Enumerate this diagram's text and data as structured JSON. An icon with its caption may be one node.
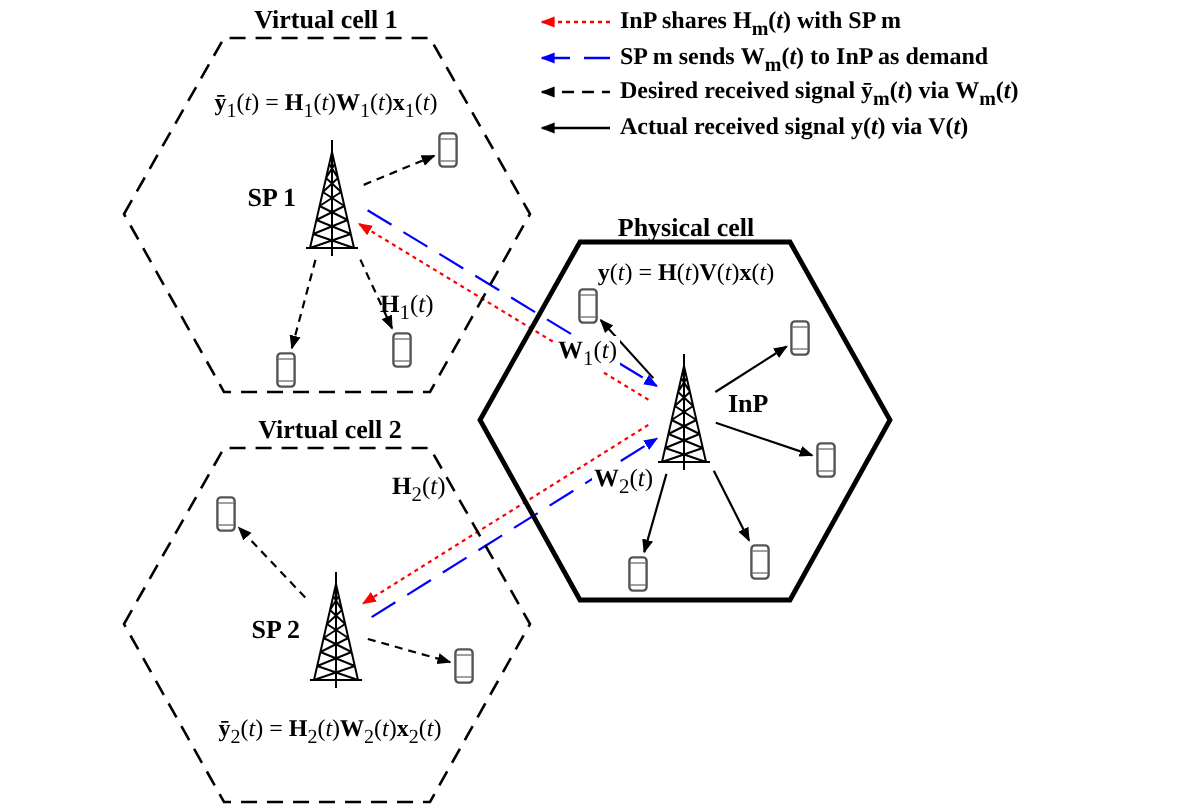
{
  "diagram": {
    "nodes": [
      {
        "text": [
          "Virtual cell 1",
          "**ȳ**$_{1}$(*t*) = **H**$_{1}$(*t*)**W**$_{1}$(*t*)**x**$_{1}$(*t*)"
        ]
      },
      {
        "text": [
          "SP 1"
        ],
        "in": 0
      },
      {
        "text": [],
        "shape": "phone",
        "in": 0
      },
      {
        "text": [],
        "shape": "phone",
        "in": 0
      },
      {
        "text": [],
        "shape": "phone",
        "in": 0
      },
      {
        "text": [
          "Virtual cell 2",
          "**ȳ**$_{2}$(*t*) = **H**$_{2}$(*t*)**W**$_{2}$(*t*)**x**$_{2}$(*t*)"
        ]
      },
      {
        "text": [
          "SP 2"
        ],
        "in": 5
      },
      {
        "text": [],
        "shape": "phone",
        "in": 5
      },
      {
        "text": [],
        "shape": "phone",
        "in": 5
      },
      {
        "text": [
          "Physical cell",
          "**y**(*t*) = **H**(*t*)**V**(*t*)**x**(*t*)"
        ]
      },
      {
        "text": [
          "InP"
        ],
        "in": 9
      },
      {
        "text": [],
        "shape": "phone",
        "in": 9
      },
      {
        "text": [],
        "shape": "phone",
        "in": 9
      },
      {
        "text": [],
        "shape": "phone",
        "in": 9
      },
      {
        "text": [],
        "shape": "phone",
        "in": 9
      },
      {
        "text": [],
        "shape": "phone",
        "in": 9
      }
    ],
    "edges": [
      {
        "from": 1,
        "to": 2,
        "arrow": "to",
        "style": "dashed"
      },
      {
        "from": 1,
        "to": 3,
        "arrow": "to",
        "style": "dashed"
      },
      {
        "from": 1,
        "to": 4,
        "arrow": "to",
        "style": "dashed"
      },
      {
        "from": 10,
        "to": 1,
        "arrow": "to",
        "style": "dashed",
        "color": "#ff0000"
      },
      {
        "from": 1,
        "to": 10,
        "arrow": "to",
        "style": "dashed",
        "color": "#0000ff",
        "label": "**W**$_{1}$(*t*)"
      },
      {
        "from": 10,
        "to": 6,
        "arrow": "to",
        "style": "dashed",
        "color": "#ff0000"
      },
      {
        "from": 6,
        "to": 10,
        "arrow": "to",
        "style": "dashed",
        "color": "#0000ff",
        "label": "**W**$_{2}$(*t*)"
      },
      {
        "from": 6,
        "to": 7,
        "arrow": "to",
        "style": "dashed"
      },
      {
        "from": 6,
        "to": 8,
        "arrow": "to",
        "style": "dashed"
      },
      {
        "from": 10,
        "to": 11,
        "arrow": "to"
      },
      {
        "from": 10,
        "to": 12,
        "arrow": "to"
      },
      {
        "from": 10,
        "to": 13,
        "arrow": "to"
      },
      {
        "from": 10,
        "to": 14,
        "arrow": "to"
      },
      {
        "from": 10,
        "to": 15,
        "arrow": "to"
      }
    ],
    "labels": [
      "**H**$_{1}$(*t*)",
      "**H**$_{2}$(*t*)"
    ],
    "legend": [
      {
        "text": "InP shares **H**$_{m}$(*t*) with SP m"
      },
      {
        "text": "SP m sends **W**$_{m}$(*t*) to InP as demand"
      },
      {
        "text": "Desired received signal **ȳ**$_{m}$(*t*) via **W**$_{m}$(*t*)"
      },
      {
        "text": "Actual received signal **y**(*t*) via **V**(*t*)"
      }
    ]
  }
}
